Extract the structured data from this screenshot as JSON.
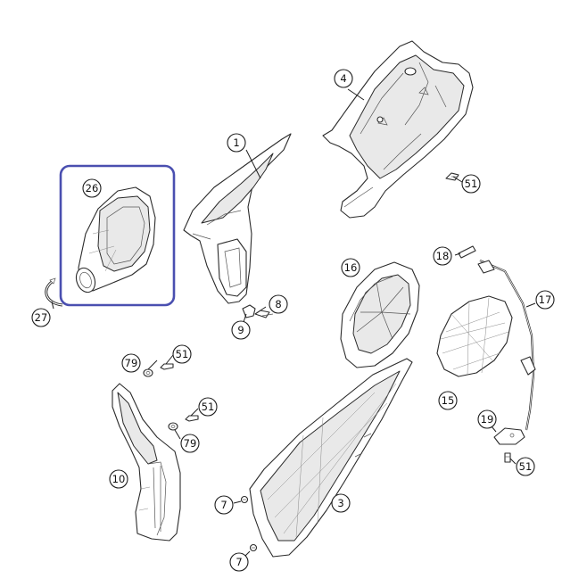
{
  "highlight_color": "#4a4fb0",
  "callouts": [
    {
      "id": "c1",
      "label": "1"
    },
    {
      "id": "c4",
      "label": "4"
    },
    {
      "id": "c51a",
      "label": "51"
    },
    {
      "id": "c26",
      "label": "26"
    },
    {
      "id": "c27",
      "label": "27"
    },
    {
      "id": "c8",
      "label": "8"
    },
    {
      "id": "c9",
      "label": "9"
    },
    {
      "id": "c16",
      "label": "16"
    },
    {
      "id": "c18",
      "label": "18"
    },
    {
      "id": "c17",
      "label": "17"
    },
    {
      "id": "c15",
      "label": "15"
    },
    {
      "id": "c79a",
      "label": "79"
    },
    {
      "id": "c51b",
      "label": "51"
    },
    {
      "id": "c51c",
      "label": "51"
    },
    {
      "id": "c79b",
      "label": "79"
    },
    {
      "id": "c10",
      "label": "10"
    },
    {
      "id": "c19",
      "label": "19"
    },
    {
      "id": "c51d",
      "label": "51"
    },
    {
      "id": "c7a",
      "label": "7"
    },
    {
      "id": "c3",
      "label": "3"
    },
    {
      "id": "c7b",
      "label": "7"
    }
  ]
}
